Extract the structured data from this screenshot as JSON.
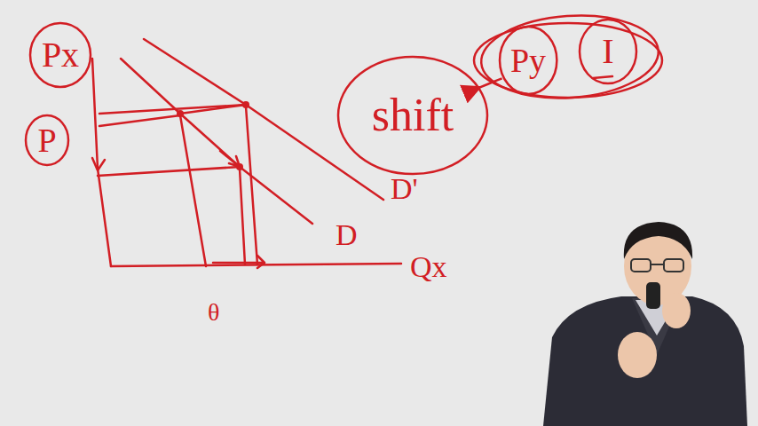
{
  "diagram": {
    "nodes": [
      {
        "text": [
          "Px"
        ]
      },
      {
        "text": [
          "P"
        ]
      },
      {
        "text": [
          "shift"
        ]
      },
      {
        "text": [
          "Py"
        ]
      },
      {
        "text": [
          "I"
        ]
      }
    ],
    "edges": [
      {
        "from": 3,
        "to": 2,
        "arrow": "to"
      }
    ],
    "labels": [
      "D",
      "D'",
      "Qx",
      "θ"
    ]
  }
}
